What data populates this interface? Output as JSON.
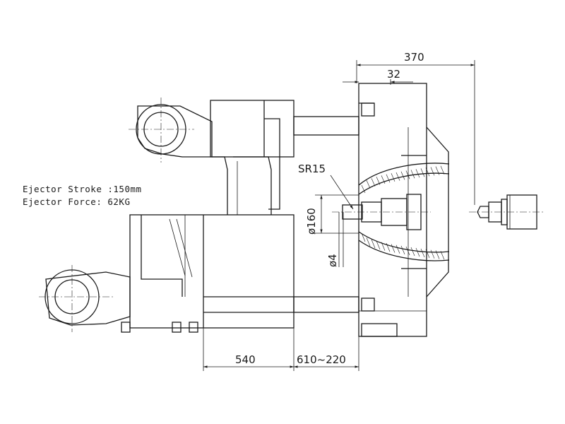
{
  "notes": {
    "ejector_stroke": "Ejector Stroke :150mm",
    "ejector_force": "Ejector Force: 62KG"
  },
  "dimensions": {
    "total_width": "370",
    "platen_offset": "32",
    "radius": "SR15",
    "diameter_160": "ø160",
    "diameter_4": "ø4",
    "length_540": "540",
    "range_610_220": "610~220"
  },
  "colors": {
    "line": "#1a1a1a",
    "background": "#ffffff"
  }
}
